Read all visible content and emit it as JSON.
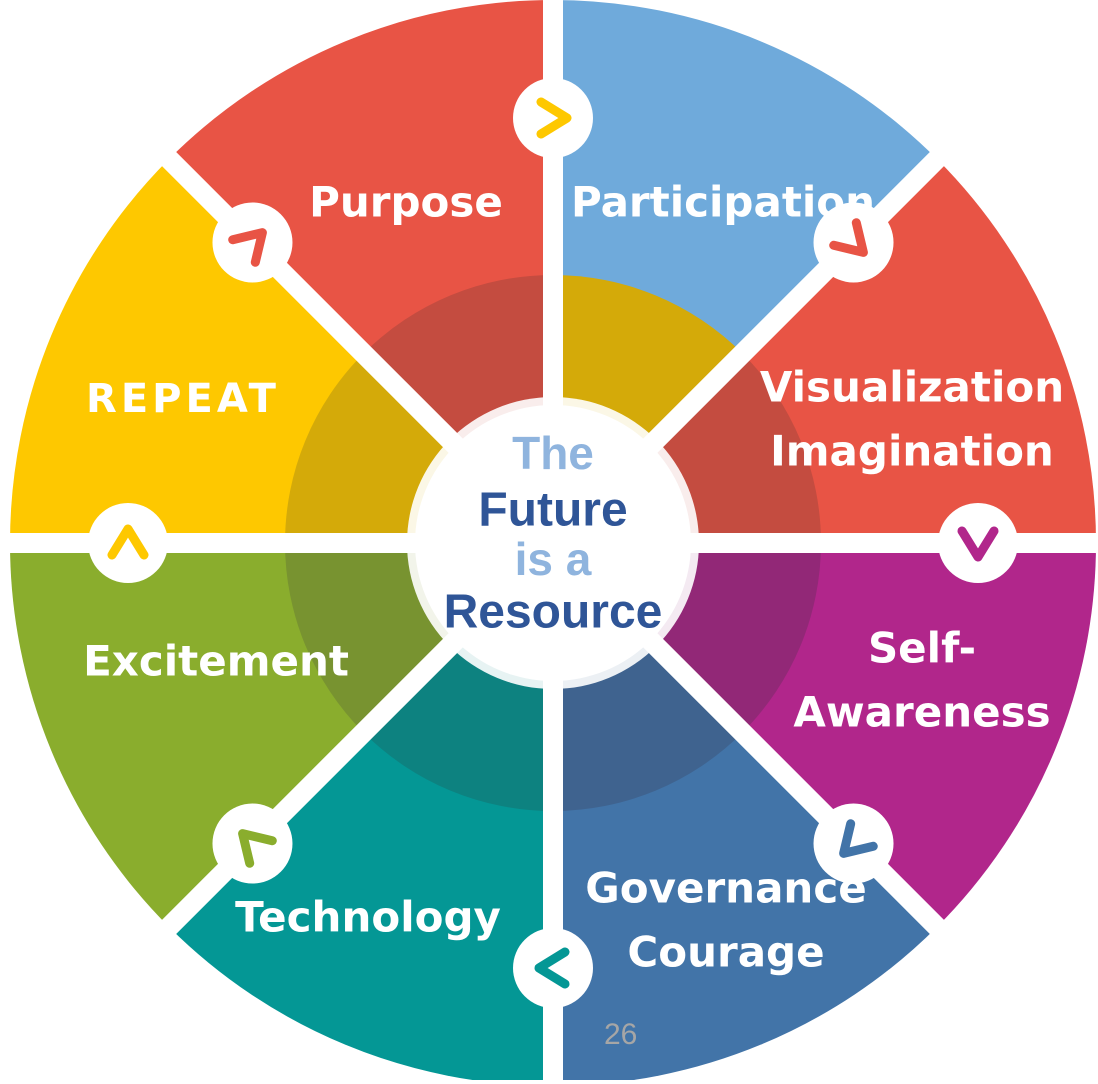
{
  "center": {
    "lines": [
      {
        "text": "The",
        "color": "#8fb4de"
      },
      {
        "text": "Future",
        "color": "#2f5597"
      },
      {
        "text": "is a",
        "color": "#8fb4de"
      },
      {
        "text": "Resource",
        "color": "#2f5597"
      }
    ]
  },
  "segments": [
    {
      "key": "purpose",
      "lines": [
        "Purpose"
      ],
      "color": "#6faadb",
      "inner_color": "#d4aa09",
      "arrow_icon": "chevron-right-icon",
      "arrow_color": "#fec800"
    },
    {
      "key": "participation",
      "lines": [
        "Participation"
      ],
      "color": "#e85445",
      "inner_color": "#c44c40",
      "arrow_icon": "chevron-down-right-icon",
      "arrow_color": "#e85445"
    },
    {
      "key": "visualization-imagination",
      "lines": [
        "Visualization",
        "Imagination"
      ],
      "color": "#b1268b",
      "inner_color": "#922877",
      "arrow_icon": "chevron-down-icon",
      "arrow_color": "#b1268b"
    },
    {
      "key": "self-awareness",
      "lines": [
        "Self-",
        "Awareness"
      ],
      "color": "#4274a8",
      "inner_color": "#3f638f",
      "arrow_icon": "chevron-down-left-icon",
      "arrow_color": "#4274a8"
    },
    {
      "key": "governance-courage",
      "lines": [
        "Governance",
        "Courage"
      ],
      "color": "#049795",
      "inner_color": "#0d8280",
      "arrow_icon": "chevron-left-icon",
      "arrow_color": "#049795"
    },
    {
      "key": "technology",
      "lines": [
        "Technology"
      ],
      "color": "#8aad2d",
      "inner_color": "#789330",
      "arrow_icon": "chevron-up-left-icon",
      "arrow_color": "#8aad2d"
    },
    {
      "key": "excitement",
      "lines": [
        "Excitement"
      ],
      "color": "#fec800",
      "inner_color": "#d4aa09",
      "arrow_icon": "chevron-up-icon",
      "arrow_color": "#fec800"
    },
    {
      "key": "repeat",
      "lines": [
        "REPEAT"
      ],
      "color": "#e85445",
      "inner_color": "#c44c40",
      "arrow_icon": "chevron-up-right-icon",
      "arrow_color": "#e85445"
    }
  ],
  "page_number": "26"
}
